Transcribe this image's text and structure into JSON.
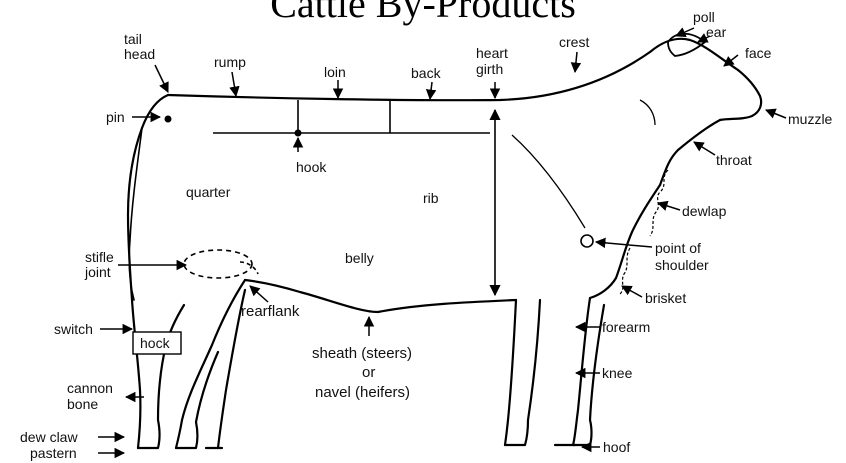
{
  "title": "Cattle By-Products",
  "labels": {
    "tail_head": "tail\nhead",
    "rump": "rump",
    "loin": "loin",
    "back": "back",
    "heart_girth": "heart\ngirth",
    "crest": "crest",
    "poll": "poll",
    "ear": "ear",
    "face": "face",
    "muzzle": "muzzle",
    "pin": "pin",
    "hook": "hook",
    "quarter": "quarter",
    "rib": "rib",
    "throat": "throat",
    "dewlap": "dewlap",
    "point_of_shoulder": "point of\nshoulder",
    "stifle_joint": "stifle\njoint",
    "belly": "belly",
    "brisket": "brisket",
    "switch": "switch",
    "rearflank": "rearflank",
    "forearm": "forearm",
    "hock": "hock",
    "sheath": "sheath (steers)",
    "or": "or",
    "navel": "navel (heifers)",
    "cannon_bone": "cannon\nbone",
    "knee": "knee",
    "dew_claw": "dew claw",
    "pastern": "pastern",
    "hoof": "hoof"
  }
}
